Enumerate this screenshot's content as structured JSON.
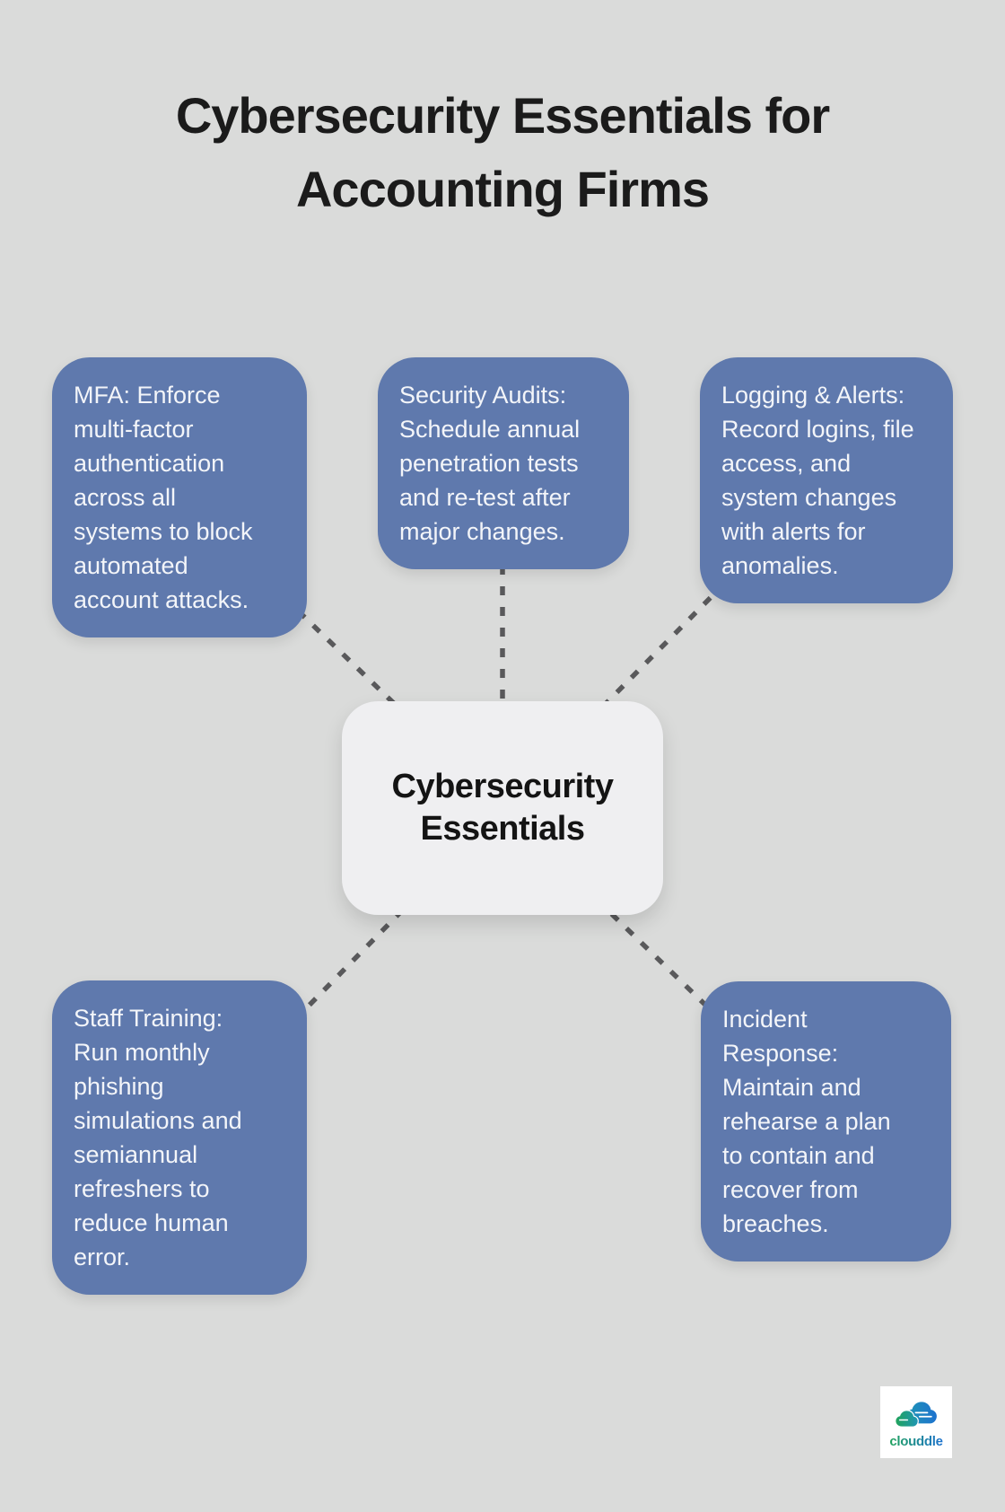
{
  "title": "Cybersecurity Essentials for\nAccounting Firms",
  "center": {
    "label": "Cybersecurity\nEssentials"
  },
  "nodes": [
    {
      "id": "mfa",
      "text": "MFA: Enforce\nmulti-factor\nauthentication\nacross all\nsystems to block\nautomated\naccount attacks."
    },
    {
      "id": "security-audits",
      "text": "Security Audits:\nSchedule annual\npenetration tests\nand re-test after\nmajor changes."
    },
    {
      "id": "logging-alerts",
      "text": "Logging & Alerts:\nRecord logins, file\naccess, and\nsystem changes\nwith alerts for\nanomalies."
    },
    {
      "id": "staff-training",
      "text": "Staff Training:\nRun monthly\nphishing\nsimulations and\nsemiannual\nrefreshers to\nreduce human\nerror."
    },
    {
      "id": "incident-response",
      "text": "Incident\nResponse:\nMaintain and\nrehearse a plan\nto contain and\nrecover from\nbreaches."
    }
  ],
  "logo": {
    "brand": "clouddle",
    "icon": "clouds-icon"
  },
  "colors": {
    "background": "#dadbda",
    "node_fill": "#5f79ad",
    "node_text": "#f3f5f9",
    "center_fill": "#efeff1",
    "center_text": "#141414",
    "title_text": "#1b1b1b",
    "connector": "#59595b",
    "logo_green": "#21a35c",
    "logo_blue": "#1d72cf"
  }
}
